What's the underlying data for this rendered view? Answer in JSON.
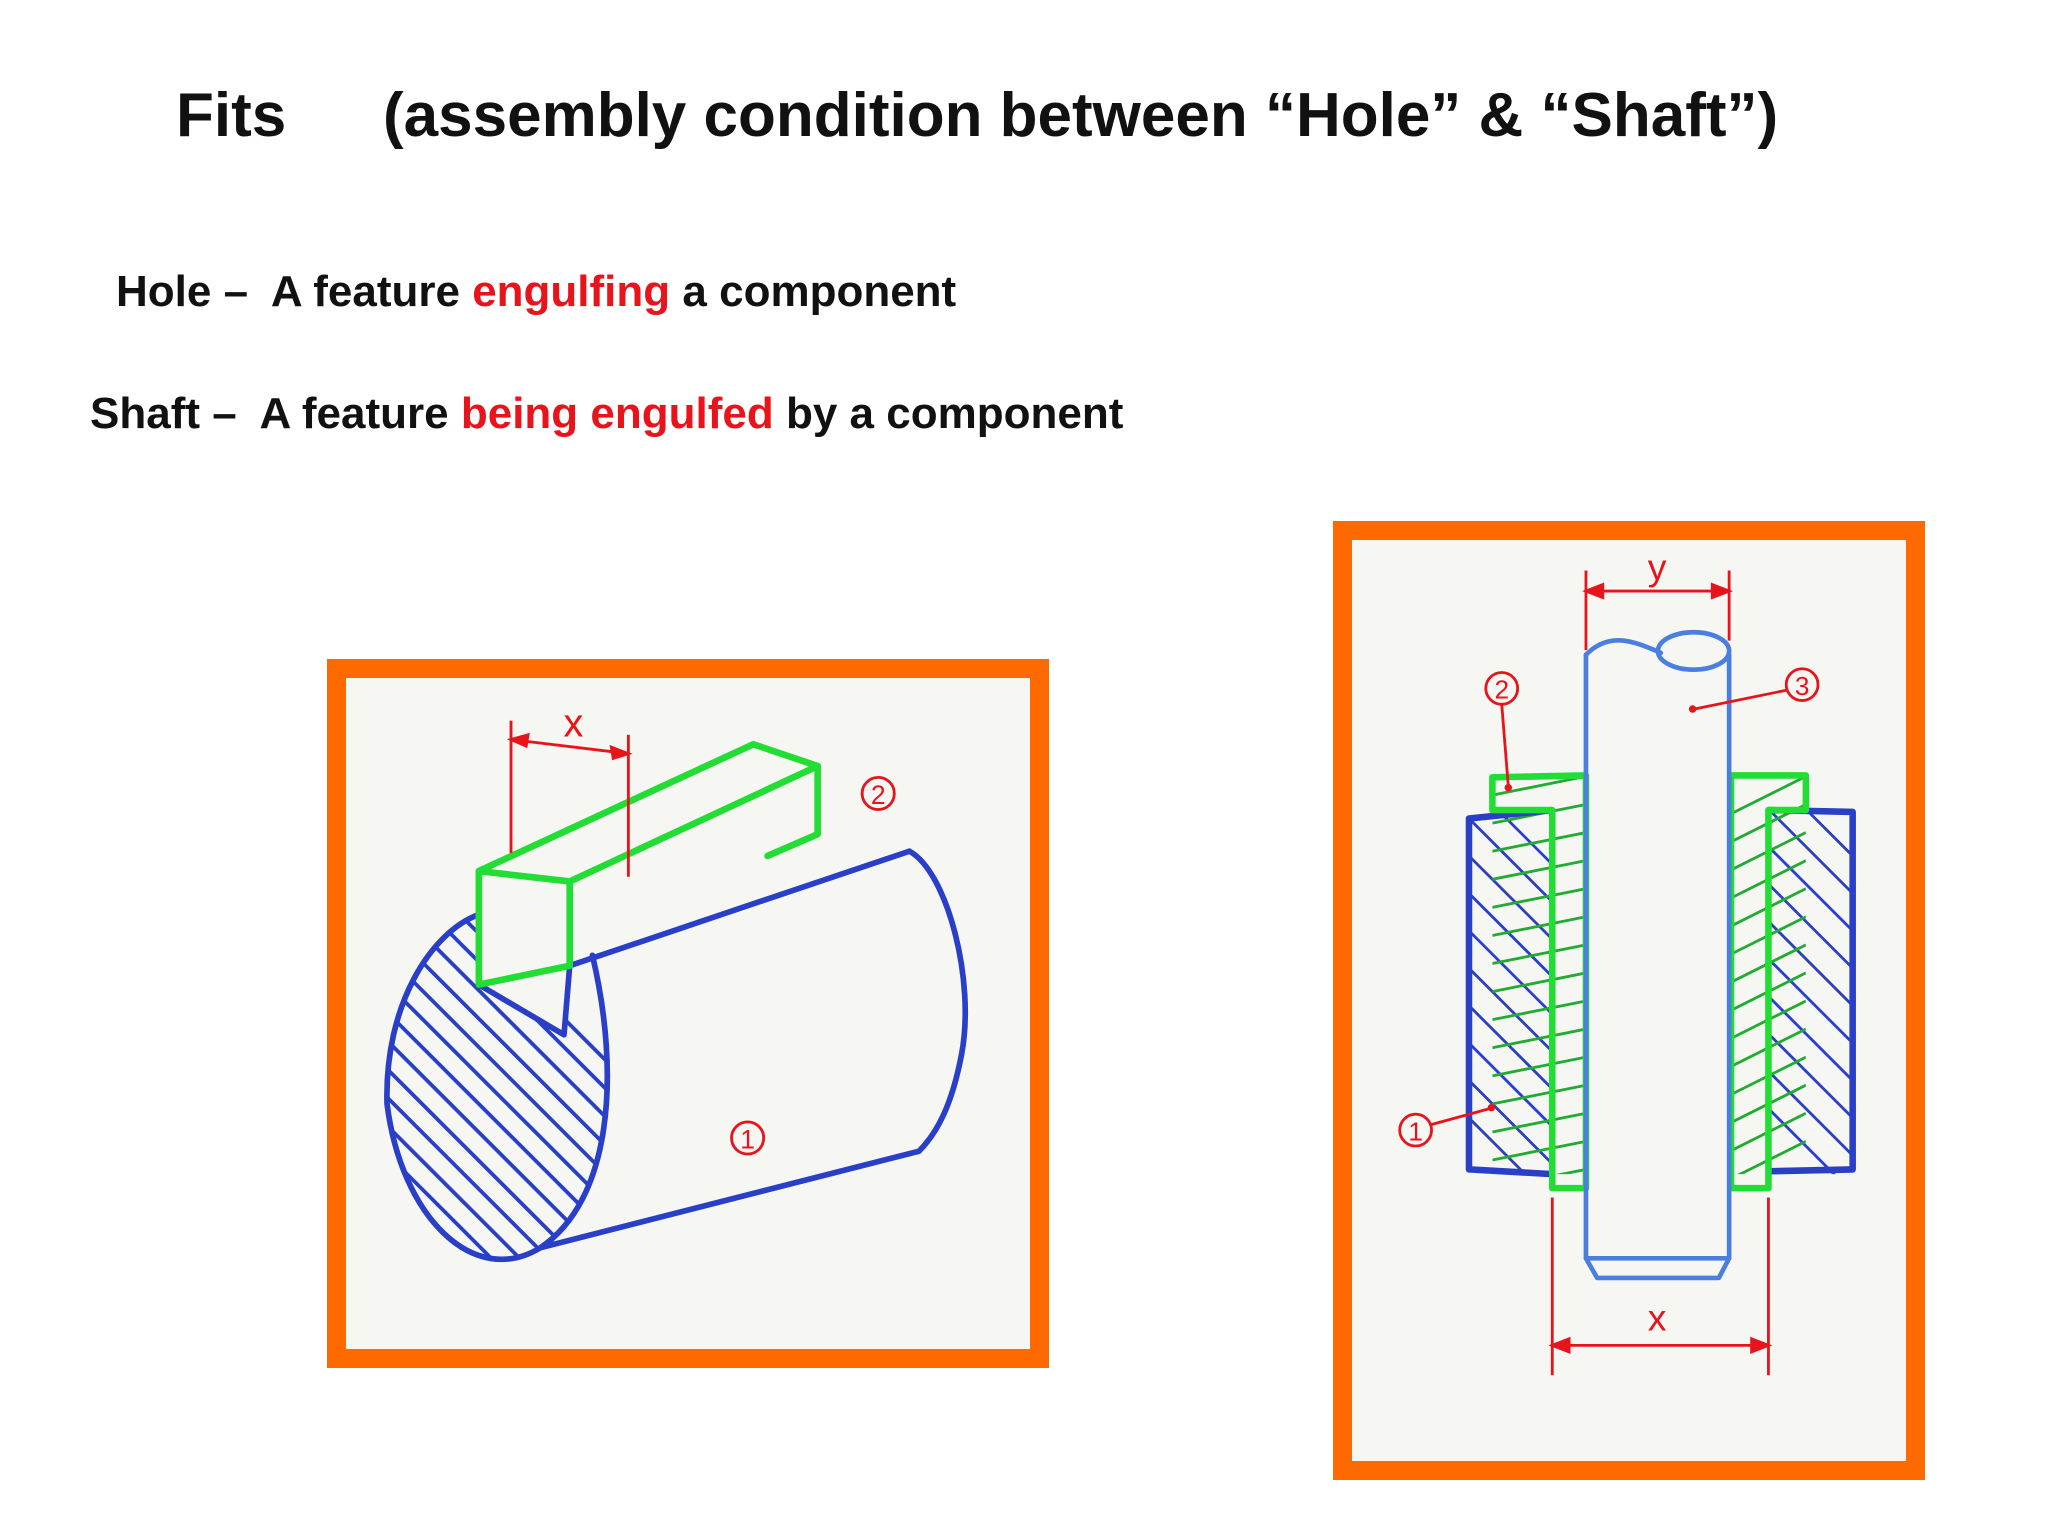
{
  "header": {
    "title": "Fits",
    "subtitle": "(assembly condition between “Hole” & “Shaft”)"
  },
  "definitions": [
    {
      "term": "Hole –",
      "before": "A feature",
      "highlight": "engulfing",
      "after": "a component"
    },
    {
      "term": "Shaft –",
      "before": "A feature",
      "highlight": "being engulfed",
      "after": "by a component"
    }
  ],
  "figures": {
    "left": {
      "dimension_label": "x",
      "part_labels": [
        "2",
        "1"
      ]
    },
    "right": {
      "top_dimension_label": "y",
      "bottom_dimension_label": "x",
      "part_labels": [
        "2",
        "3",
        "1"
      ]
    }
  },
  "colors": {
    "highlight": "#e8141c",
    "frame": "#ff6a00",
    "hole_part": "#2a3fc8",
    "key_part": "#22dd33",
    "shaft_part": "#4a7fe0",
    "annotation": "#e8141c"
  }
}
